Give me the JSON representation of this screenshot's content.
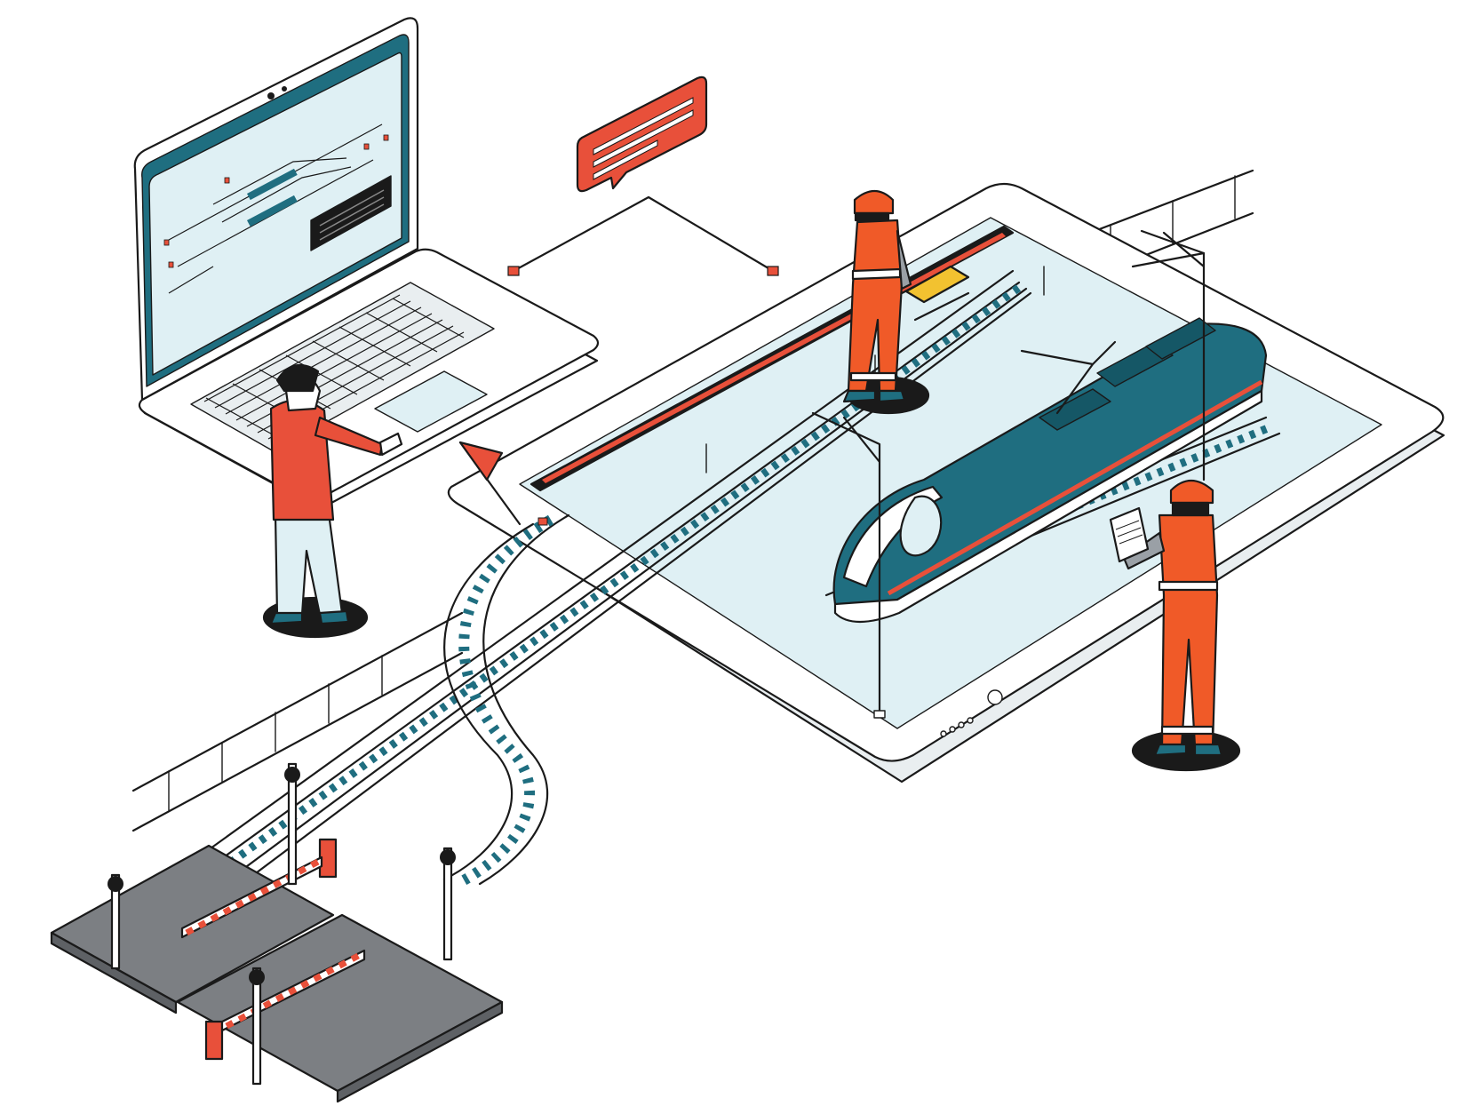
{
  "scene": {
    "description_label": "",
    "colors": {
      "teal": "#1f6e80",
      "teal_dark": "#155766",
      "light_blue": "#dff0f4",
      "orange": "#f05a28",
      "red": "#e8503a",
      "grey_pad": "#7c7f83",
      "outline": "#1a1a1a",
      "device_fill": "#ffffff",
      "yellow": "#f2c230"
    },
    "icons": [
      "laptop-icon",
      "tablet-icon",
      "high-speed-train-icon",
      "railway-track-icon",
      "level-crossing-barrier-icon",
      "signal-light-icon",
      "chat-bubble-icon",
      "worker-icon",
      "engineer-icon",
      "flag-icon",
      "clipboard-icon"
    ],
    "figures": [
      {
        "role": "engineer-at-laptop",
        "shirt": "#e8503a"
      },
      {
        "role": "worker-on-platform",
        "suit": "#f05a28"
      },
      {
        "role": "worker-with-clipboard",
        "suit": "#f05a28"
      }
    ]
  }
}
